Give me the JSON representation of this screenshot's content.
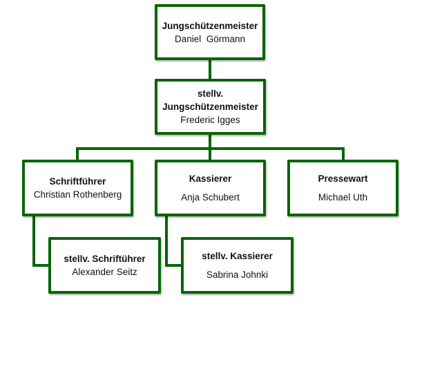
{
  "nodes": {
    "head": {
      "title": "Jungschützenmeister",
      "name": "Daniel  Görmann"
    },
    "deputy": {
      "title_line1": "stellv.",
      "title_line2": "Jungschützenmeister",
      "name": "Frederic Igges"
    },
    "secretary": {
      "title": "Schriftführer",
      "name": "Christian Rothenberg"
    },
    "treasurer": {
      "title": "Kassierer",
      "name": "Anja Schubert"
    },
    "press": {
      "title": "Pressewart",
      "name": "Michael Uth"
    },
    "deputy_secretary": {
      "title": "stellv. Schriftührer",
      "name": "Alexander Seitz"
    },
    "deputy_treasurer": {
      "title": "stellv. Kassierer",
      "name": "Sabrina Johnki"
    }
  },
  "colors": {
    "border": "#076507"
  }
}
